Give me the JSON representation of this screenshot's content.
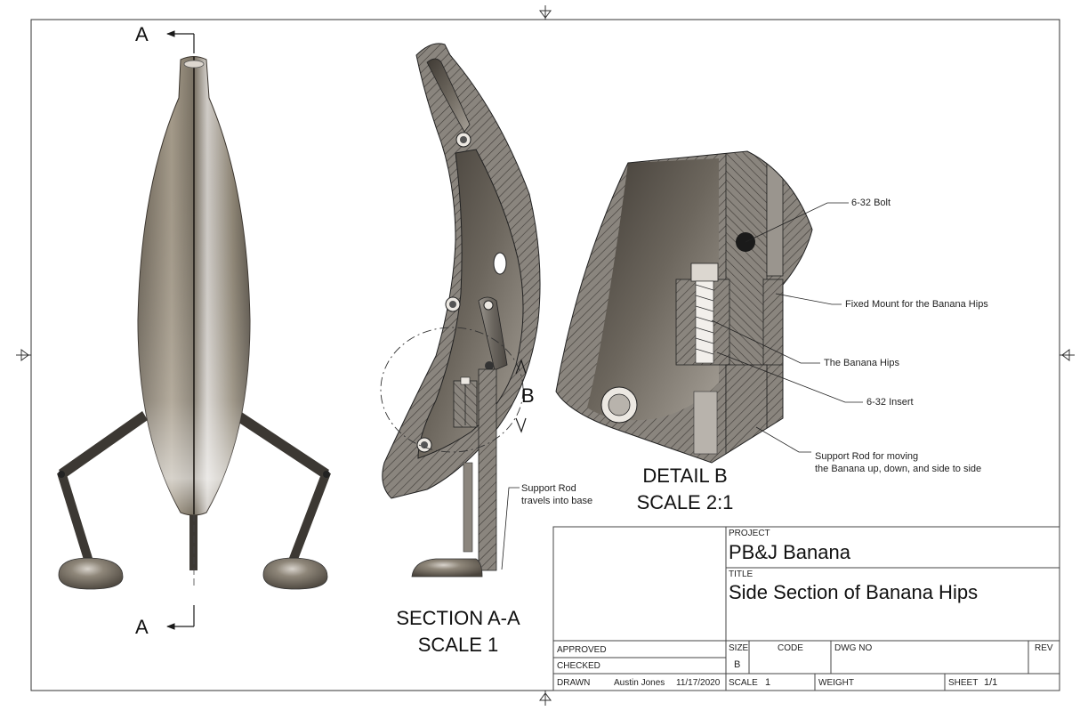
{
  "section_marks": {
    "top": "A",
    "bottom": "A",
    "detail": "B"
  },
  "views": {
    "section_title": "SECTION A-A",
    "section_scale": "SCALE 1",
    "detail_title": "DETAIL B",
    "detail_scale": "SCALE 2:1"
  },
  "callouts": {
    "bolt": "6-32 Bolt",
    "fixed_mount": "Fixed Mount for the Banana Hips",
    "hips": "The Banana Hips",
    "insert": "6-32 Insert",
    "support_rod_line1": "Support Rod for moving",
    "support_rod_line2": "the Banana up, down, and side to side",
    "rod_base_line1": "Support Rod",
    "rod_base_line2": "travels into base"
  },
  "title_block": {
    "project_label": "PROJECT",
    "project": "PB&J Banana",
    "title_label": "TITLE",
    "title": "Side Section of Banana Hips",
    "approved_label": "APPROVED",
    "checked_label": "CHECKED",
    "drawn_label": "DRAWN",
    "drawn_by": "Austin Jones",
    "drawn_date": "11/17/2020",
    "size_label": "SIZE",
    "size": "B",
    "code_label": "CODE",
    "dwg_label": "DWG NO",
    "rev_label": "REV",
    "scale_label": "SCALE",
    "scale": "1",
    "weight_label": "WEIGHT",
    "sheet_label": "SHEET",
    "sheet": "1/1"
  },
  "colors": {
    "banana_light": "#b3a998",
    "banana_mid": "#8a8170",
    "banana_dark": "#4e473f",
    "hatch": "#5a5550",
    "line": "#1a1a1a"
  }
}
